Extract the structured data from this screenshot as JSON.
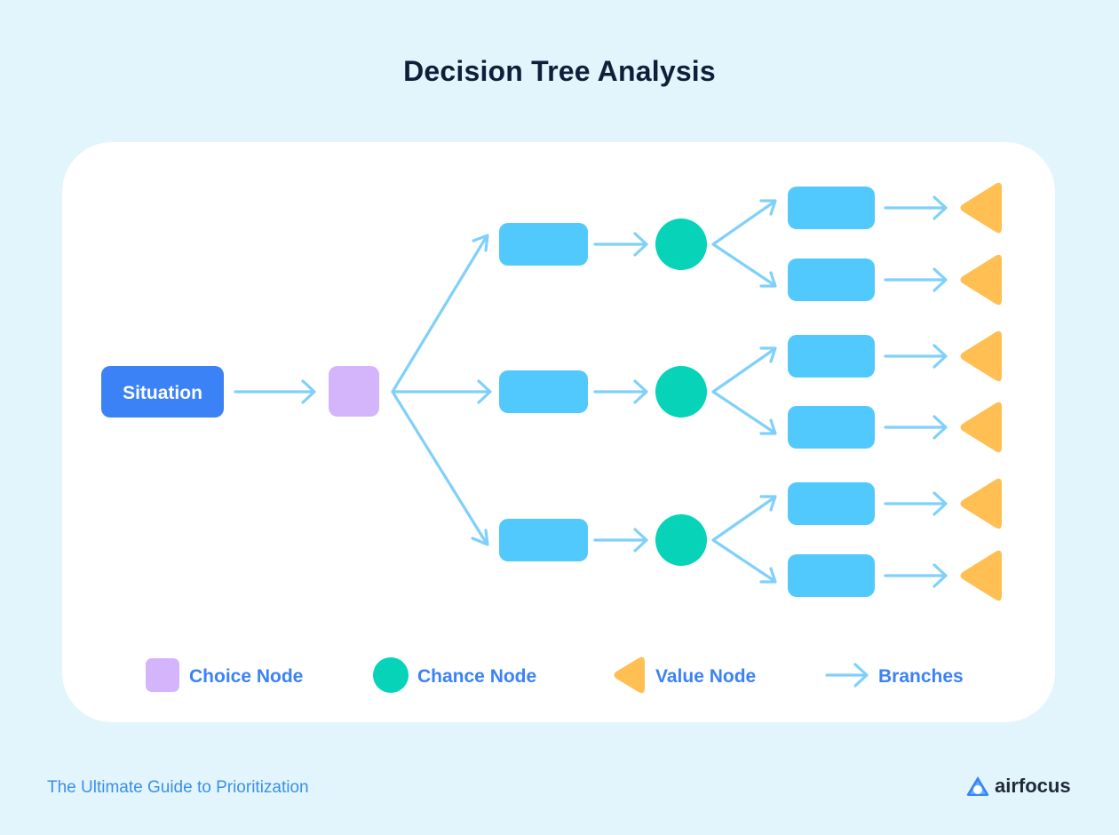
{
  "title": "Decision Tree Analysis",
  "nodes": {
    "situation_label": "Situation"
  },
  "legend": {
    "choice_label": "Choice Node",
    "chance_label": "Chance Node",
    "value_label": "Value Node",
    "branches_label": "Branches"
  },
  "footer": {
    "guide_text": "The Ultimate Guide to Prioritization",
    "brand_name": "airfocus"
  },
  "colors": {
    "background": "#e2f5fd",
    "situation": "#3b82f6",
    "choice": "#d4b4fb",
    "option": "#52c9fc",
    "chance": "#06d3b8",
    "value": "#ffbf52",
    "branch": "#7fd0fb",
    "title": "#0f1f3a",
    "legend_text": "#3b82f6"
  }
}
